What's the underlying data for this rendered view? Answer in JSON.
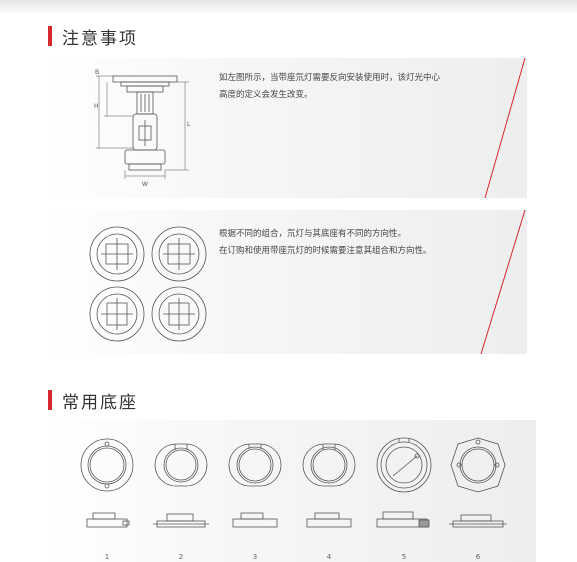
{
  "sections": [
    {
      "title": "注意事项"
    },
    {
      "title": "常用底座"
    }
  ],
  "notes": [
    {
      "lines": [
        "如左图所示，当带座氘灯需要反向安装使用时，该灯光中心",
        "高度的定义会发生改变。"
      ],
      "dims": {
        "b": "B",
        "h": "H",
        "l": "L",
        "w": "W"
      }
    },
    {
      "lines": [
        "根据不同的组合，氘灯与其底座有不同的方向性。",
        "在订购和使用带座氘灯的时候需要注意其组合和方向性。"
      ]
    }
  ],
  "bases": [
    {
      "label": "1"
    },
    {
      "label": "2"
    },
    {
      "label": "3"
    },
    {
      "label": "4"
    },
    {
      "label": "5"
    },
    {
      "label": "6"
    }
  ],
  "colors": {
    "accent": "#d7282f",
    "line": "#555555"
  }
}
